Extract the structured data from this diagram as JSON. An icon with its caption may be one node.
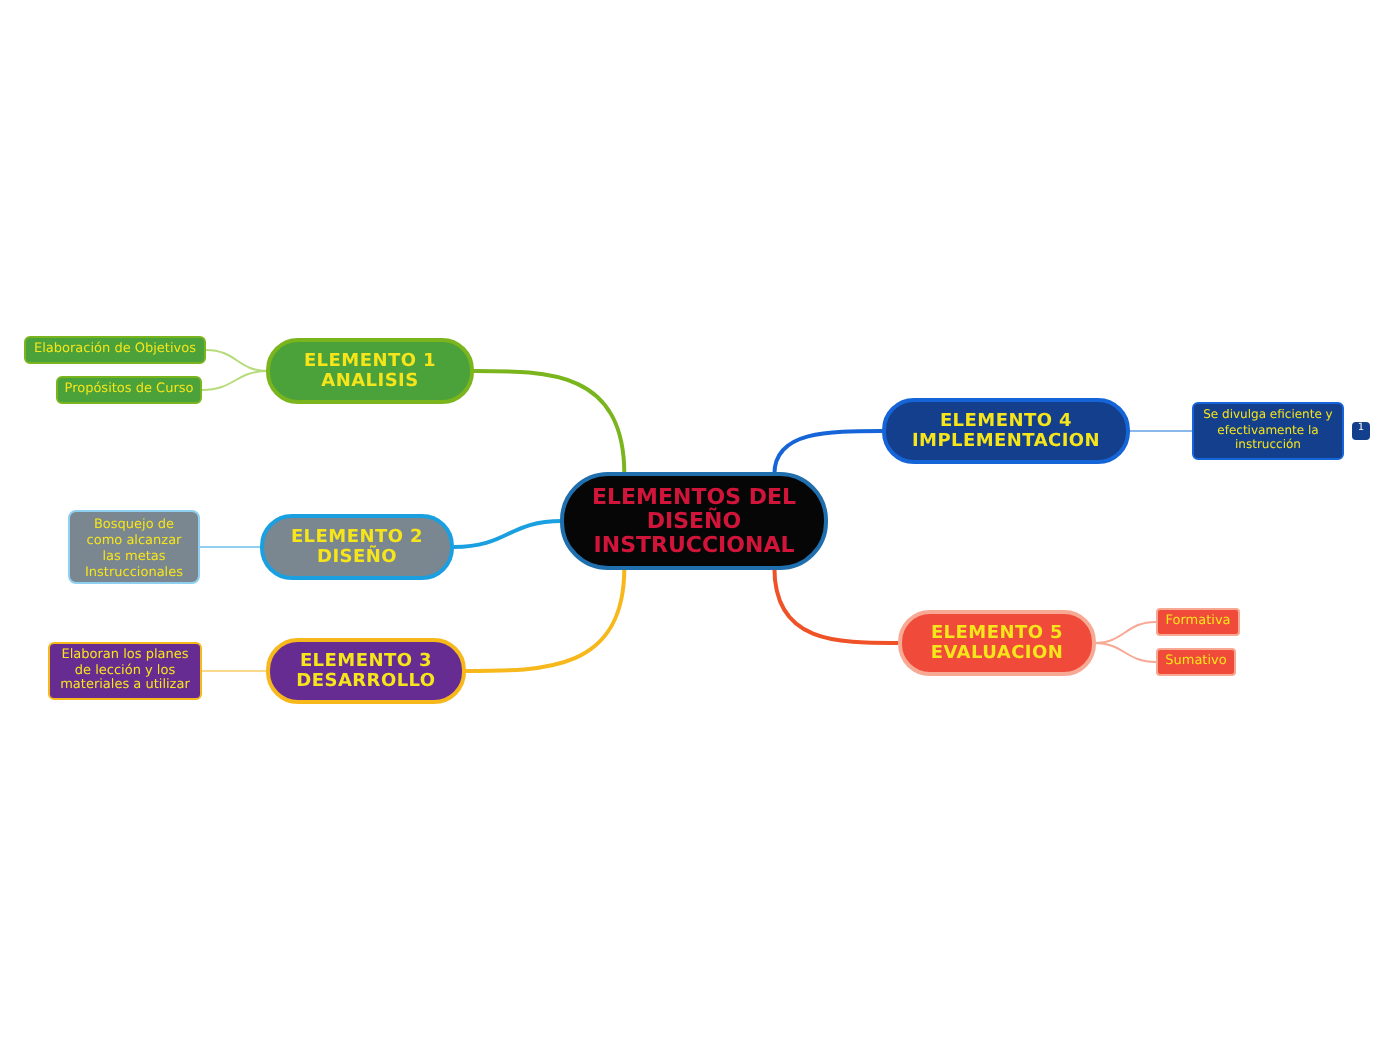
{
  "diagram": {
    "nodes": [
      {
        "text": [
          "ELEMENTOS DEL DISEÑO INSTRUCCIONAL"
        ]
      },
      {
        "text": [
          "ELEMENTO 1 ANALISIS"
        ]
      },
      {
        "text": [
          "Elaboración de Objetivos"
        ]
      },
      {
        "text": [
          "Propósitos de Curso"
        ]
      },
      {
        "text": [
          "ELEMENTO 2 DISEÑO"
        ]
      },
      {
        "text": [
          "Bosquejo de como alcanzar las metas Instruccionales"
        ]
      },
      {
        "text": [
          "ELEMENTO 3 DESARROLLO"
        ]
      },
      {
        "text": [
          "Elaboran los planes de lección y los materiales a utilizar"
        ]
      },
      {
        "text": [
          "ELEMENTO 4 IMPLEMENTACION"
        ]
      },
      {
        "text": [
          "Se divulga eficiente y efectivamente la instrucción"
        ],
        "beside": [
          "1"
        ]
      },
      {
        "text": [
          "ELEMENTO 5 EVALUACION"
        ]
      },
      {
        "text": [
          "Formativa"
        ]
      },
      {
        "text": [
          "Sumativo"
        ]
      }
    ],
    "edges": [
      {
        "from": 0,
        "to": 1,
        "arrow": "none",
        "color": "#7ab51d"
      },
      {
        "from": 1,
        "to": 2,
        "arrow": "none",
        "color": "#b6dc7a"
      },
      {
        "from": 1,
        "to": 3,
        "arrow": "none",
        "color": "#b6dc7a"
      },
      {
        "from": 0,
        "to": 4,
        "arrow": "none",
        "color": "#1a9fe0"
      },
      {
        "from": 4,
        "to": 5,
        "arrow": "none",
        "color": "#8fd0f0"
      },
      {
        "from": 0,
        "to": 6,
        "arrow": "none",
        "color": "#f7b81c"
      },
      {
        "from": 6,
        "to": 7,
        "arrow": "none",
        "color": "#fbd98a"
      },
      {
        "from": 0,
        "to": 8,
        "arrow": "none",
        "color": "#1565d8"
      },
      {
        "from": 8,
        "to": 9,
        "arrow": "none",
        "color": "#8ab8e8"
      },
      {
        "from": 0,
        "to": 10,
        "arrow": "none",
        "color": "#f05228"
      },
      {
        "from": 10,
        "to": 11,
        "arrow": "none",
        "color": "#f7a993"
      },
      {
        "from": 10,
        "to": 12,
        "arrow": "none",
        "color": "#f7a993"
      }
    ]
  }
}
